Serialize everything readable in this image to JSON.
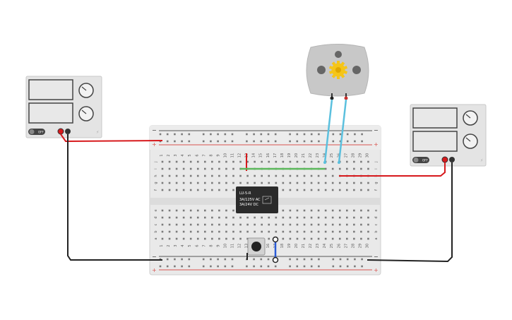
{
  "breadboard": {
    "column_count": 30,
    "rows_top": [
      "j",
      "i",
      "h",
      "g",
      "f"
    ],
    "rows_bottom": [
      "e",
      "d",
      "c",
      "b",
      "a"
    ],
    "rail_plus": "+",
    "rail_minus": "−"
  },
  "relay": {
    "name": "LU-5-R",
    "rating_ac": "3A/125V AC",
    "rating_dc": "3A/24V DC"
  },
  "power_supply_left": {
    "switch_label": "OFF"
  },
  "power_supply_right": {
    "switch_label": "OFF"
  },
  "colors": {
    "wire_red": "#d7191c",
    "wire_black": "#222222",
    "wire_green": "#5cb85c",
    "wire_cyan": "#5bc0de",
    "wire_blue": "#2a5bd7",
    "rail_red": "#d9534f",
    "motor_body": "#c8c8c8",
    "motor_gear": "#f5c518"
  }
}
